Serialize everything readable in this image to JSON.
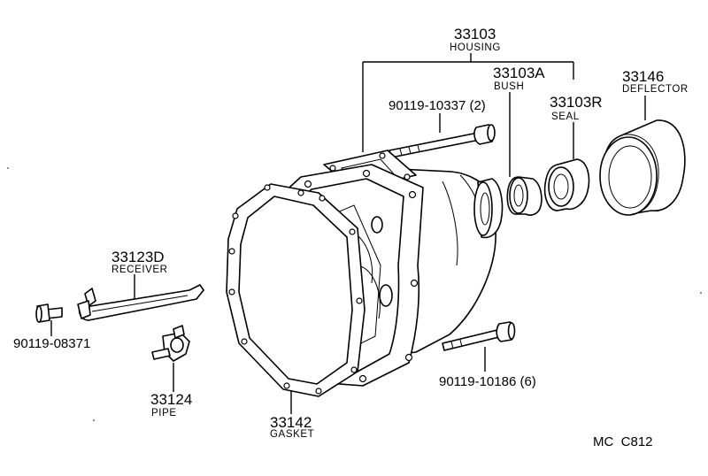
{
  "parts": {
    "housing": {
      "number": "33103",
      "name": "HOUSING"
    },
    "bush": {
      "number": "33103A",
      "name": "BUSH"
    },
    "seal": {
      "number": "33103R",
      "name": "SEAL"
    },
    "deflector": {
      "number": "33146",
      "name": "DEFLECTOR"
    },
    "bolt_top": {
      "number": "90119-10337 (2)"
    },
    "receiver": {
      "number": "33123D",
      "name": "RECEIVER"
    },
    "bolt_receiver": {
      "number": "90119-08371"
    },
    "pipe": {
      "number": "33124",
      "name": "PIPE"
    },
    "gasket": {
      "number": "33142",
      "name": "GASKET"
    },
    "bolt_bottom": {
      "number": "90119-10186 (6)"
    }
  },
  "diagram_code": "MC  C812"
}
